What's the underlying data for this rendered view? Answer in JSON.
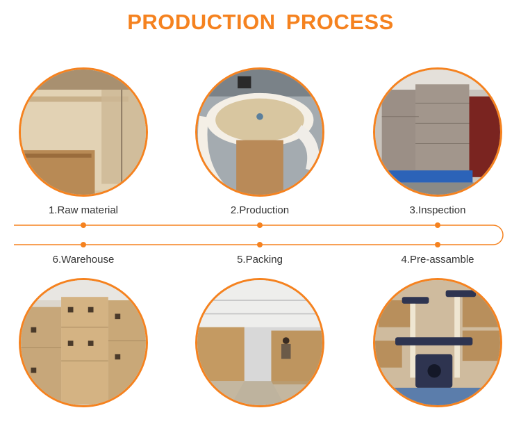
{
  "title": "PRODUCTION  PROCESS",
  "accent_color": "#f5821f",
  "steps": [
    {
      "label": "1.Raw material",
      "image": "stacked-particle-board-photo"
    },
    {
      "label": "2.Production",
      "image": "cat-tree-platform-assembly-photo"
    },
    {
      "label": "3.Inspection",
      "image": "stacked-cardboard-pallets-photo"
    },
    {
      "label": "4.Pre-assamble",
      "image": "assembled-cat-tree-photo"
    },
    {
      "label": "5.Packing",
      "image": "packing-workshop-photo"
    },
    {
      "label": "6.Warehouse",
      "image": "warehouse-boxes-photo"
    }
  ]
}
